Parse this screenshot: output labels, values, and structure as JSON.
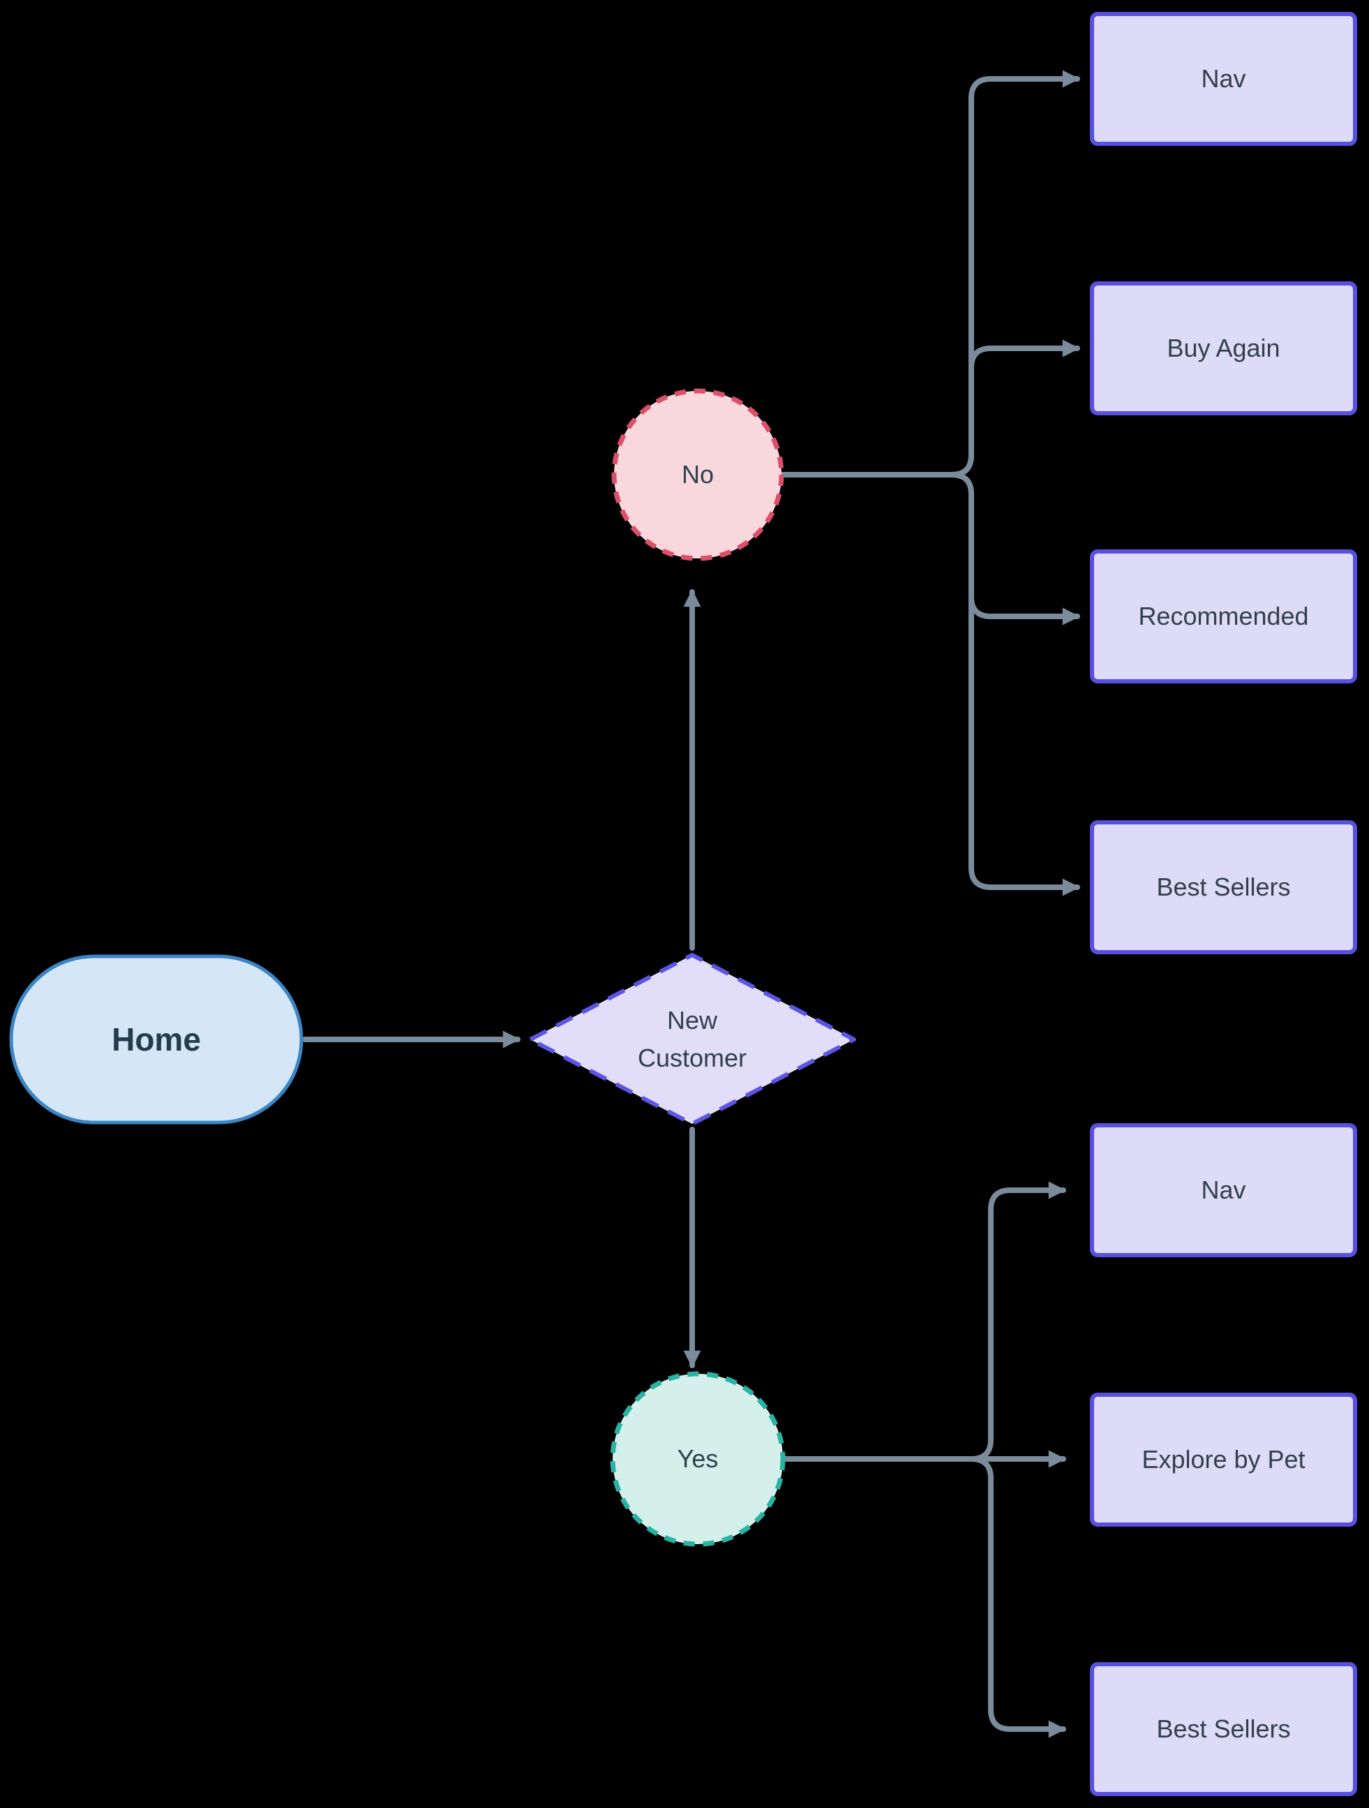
{
  "app": {
    "type": "flowchart-diagram",
    "background": "#000000"
  },
  "nodes": {
    "home": {
      "label": "Home",
      "shape": "stadium"
    },
    "decision": {
      "label": "New\nCustomer",
      "shape": "diamond"
    },
    "no": {
      "label": "No",
      "shape": "circle"
    },
    "yes": {
      "label": "Yes",
      "shape": "circle"
    },
    "no_branch": [
      {
        "label": "Nav"
      },
      {
        "label": "Buy Again"
      },
      {
        "label": "Recommended"
      },
      {
        "label": "Best Sellers"
      }
    ],
    "yes_branch": [
      {
        "label": "Nav"
      },
      {
        "label": "Explore by Pet"
      },
      {
        "label": "Best Sellers"
      }
    ]
  },
  "colors": {
    "edge": "#7a8b9c",
    "home_fill": "#d5e7f6",
    "home_border": "#3a85c6",
    "decision_fill": "#e2defa",
    "decision_border": "#5b55e3",
    "no_fill": "#f8d7dd",
    "no_border": "#dd4f68",
    "yes_fill": "#d5f0ea",
    "yes_border": "#29b3a2",
    "box_fill": "#dedbf9",
    "box_border": "#5750e0",
    "text": "#31404d"
  }
}
